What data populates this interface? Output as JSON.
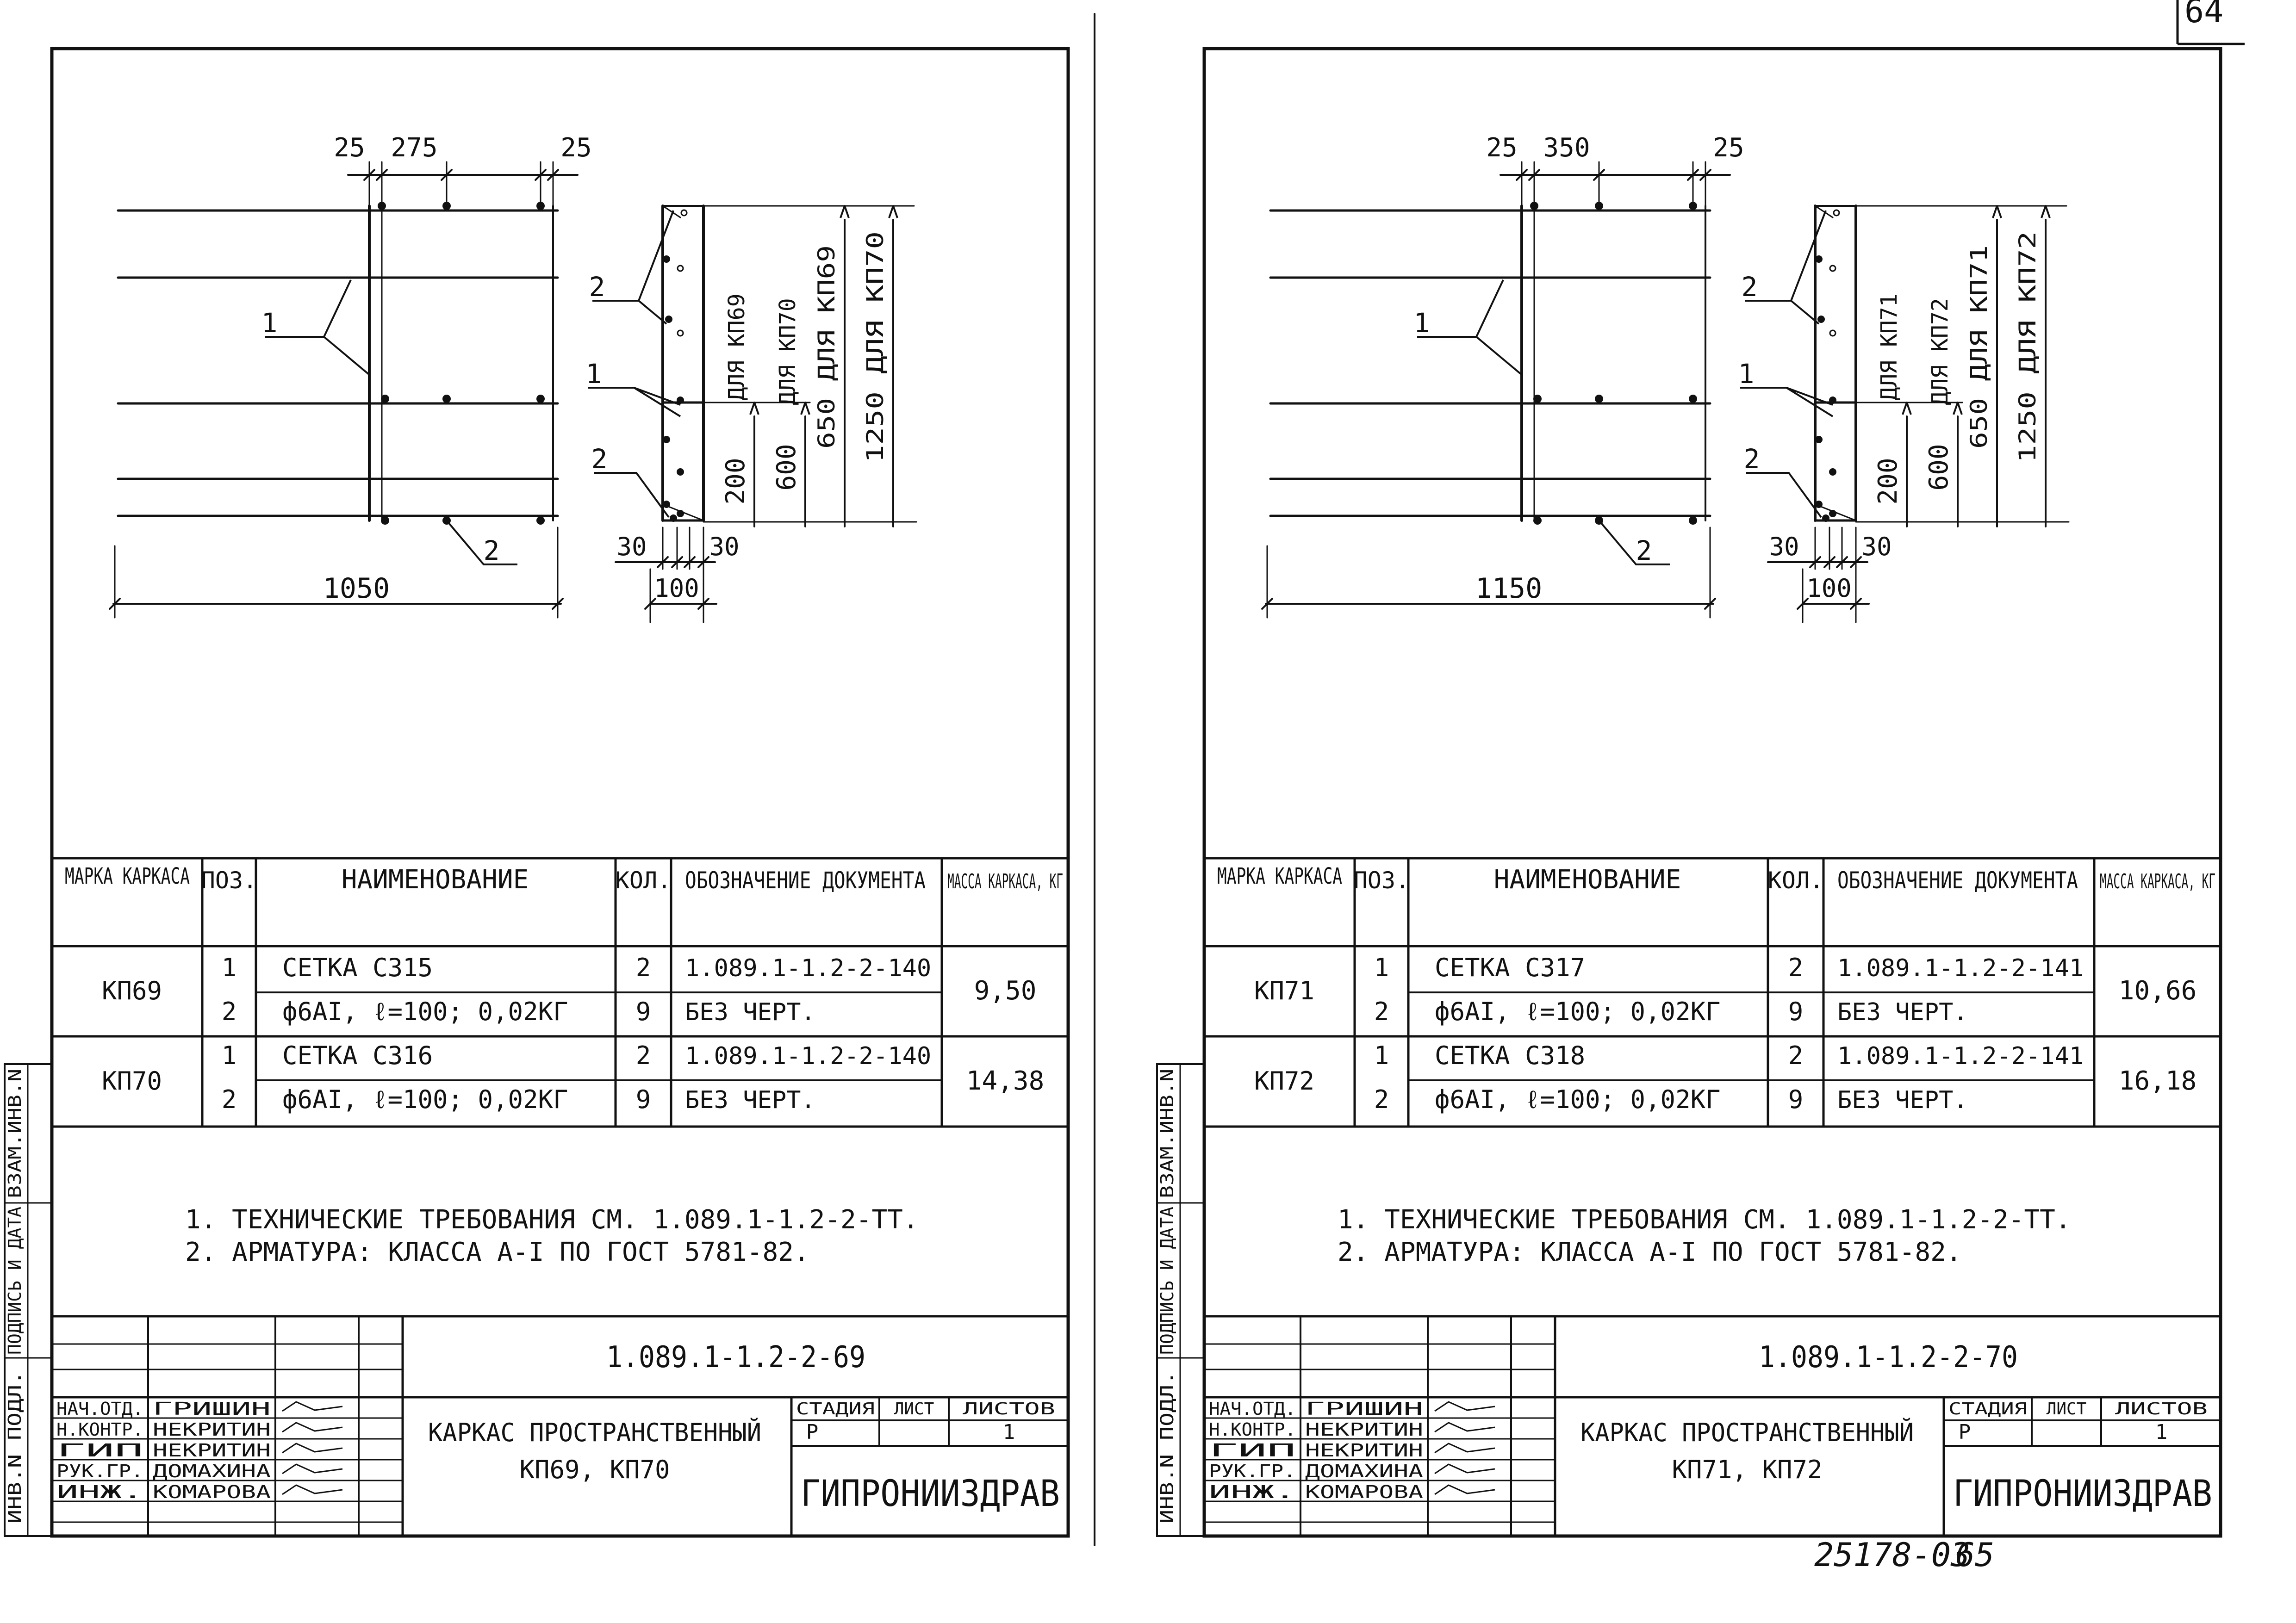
{
  "sheets": [
    {
      "id": "left",
      "dims": {
        "top_left": "25",
        "top_mid": "275",
        "top_right": "25",
        "overall": "1050",
        "sec_left": "30",
        "sec_right": "30",
        "sec_width": "100",
        "v200": "200",
        "v600": "600",
        "v650": "650 ДЛЯ КП69",
        "v1250": "1250 ДЛЯ КП70",
        "tag_a": "ДЛЯ КП69",
        "tag_b": "ДЛЯ КП70"
      },
      "pos_labels": {
        "p1_plan": "1",
        "p2_plan": "2",
        "p2_sec_top": "2",
        "p1_sec": "1",
        "p2_sec_bot": "2"
      },
      "spec_headers": {
        "marka": "МАРКА КАРКАСА",
        "pos": "ПОЗ.",
        "name": "НАИМЕНОВАНИЕ",
        "kol": "КОЛ.",
        "doc": "ОБОЗНАЧЕНИЕ ДОКУМЕНТА",
        "mass": "МАССА КАРКАСА, КГ"
      },
      "spec_rows": [
        {
          "marka": "КП69",
          "mass": "9,50",
          "items": [
            {
              "pos": "1",
              "name": "СЕТКА С315",
              "kol": "2",
              "doc": "1.089.1-1.2-2-140"
            },
            {
              "pos": "2",
              "name": "ф6AI, ℓ=100; 0,02КГ",
              "kol": "9",
              "doc": "БЕЗ ЧЕРТ."
            }
          ]
        },
        {
          "marka": "КП70",
          "mass": "14,38",
          "items": [
            {
              "pos": "1",
              "name": "СЕТКА С316",
              "kol": "2",
              "doc": "1.089.1-1.2-2-140"
            },
            {
              "pos": "2",
              "name": "ф6AI, ℓ=100; 0,02КГ",
              "kol": "9",
              "doc": "БЕЗ ЧЕРТ."
            }
          ]
        }
      ],
      "notes": [
        "1. ТЕХНИЧЕСКИЕ ТРЕБОВАНИЯ СМ. 1.089.1-1.2-2-ТТ.",
        "2. АРМАТУРА: КЛАССА A-I ПО ГОСТ 5781-82."
      ],
      "code": "1.089.1-1.2-2-69",
      "roles": [
        "НАЧ.ОТД.",
        "Н.КОНТР.",
        "ГИП",
        "РУК.ГР.",
        "ИНЖ."
      ],
      "people": [
        "ГРИШИН",
        "НЕКРИТИН",
        "НЕКРИТИН",
        "ДОМАХИНА",
        "КОМАРОВА"
      ],
      "title_line1": "КАРКАС ПРОСТРАНСТВЕННЫЙ",
      "title_line2": "КП69, КП70",
      "stage_head": "СТАДИЯ",
      "sheet_head": "ЛИСТ",
      "sheets_head": "ЛИСТОВ",
      "stage_val": "Р",
      "sheet_val": "",
      "sheets_val": "1",
      "org": "ГИПРОНИИЗДРАВ",
      "side_labels": [
        "ИНВ.N ПОДЛ.",
        "ПОДПИСЬ И ДАТА",
        "ВЗАМ.ИНВ.N"
      ]
    },
    {
      "id": "right",
      "dims": {
        "top_left": "25",
        "top_mid": "350",
        "top_right": "25",
        "overall": "1150",
        "sec_left": "30",
        "sec_right": "30",
        "sec_width": "100",
        "v200": "200",
        "v600": "600",
        "v650": "650 ДЛЯ КП71",
        "v1250": "1250 ДЛЯ КП72",
        "tag_a": "ДЛЯ КП71",
        "tag_b": "ДЛЯ КП72"
      },
      "pos_labels": {
        "p1_plan": "1",
        "p2_plan": "2",
        "p2_sec_top": "2",
        "p1_sec": "1",
        "p2_sec_bot": "2"
      },
      "spec_headers": {
        "marka": "МАРКА КАРКАСА",
        "pos": "ПОЗ.",
        "name": "НАИМЕНОВАНИЕ",
        "kol": "КОЛ.",
        "doc": "ОБОЗНАЧЕНИЕ ДОКУМЕНТА",
        "mass": "МАССА КАРКАСА, КГ"
      },
      "spec_rows": [
        {
          "marka": "КП71",
          "mass": "10,66",
          "items": [
            {
              "pos": "1",
              "name": "СЕТКА С317",
              "kol": "2",
              "doc": "1.089.1-1.2-2-141"
            },
            {
              "pos": "2",
              "name": "ф6AI, ℓ=100; 0,02КГ",
              "kol": "9",
              "doc": "БЕЗ ЧЕРТ."
            }
          ]
        },
        {
          "marka": "КП72",
          "mass": "16,18",
          "items": [
            {
              "pos": "1",
              "name": "СЕТКА С318",
              "kol": "2",
              "doc": "1.089.1-1.2-2-141"
            },
            {
              "pos": "2",
              "name": "ф6AI, ℓ=100; 0,02КГ",
              "kol": "9",
              "doc": "БЕЗ ЧЕРТ."
            }
          ]
        }
      ],
      "notes": [
        "1. ТЕХНИЧЕСКИЕ ТРЕБОВАНИЯ СМ. 1.089.1-1.2-2-ТТ.",
        "2. АРМАТУРА: КЛАССА A-I ПО ГОСТ 5781-82."
      ],
      "code": "1.089.1-1.2-2-70",
      "roles": [
        "НАЧ.ОТД.",
        "Н.КОНТР.",
        "ГИП",
        "РУК.ГР.",
        "ИНЖ."
      ],
      "people": [
        "ГРИШИН",
        "НЕКРИТИН",
        "НЕКРИТИН",
        "ДОМАХИНА",
        "КОМАРОВА"
      ],
      "title_line1": "КАРКАС ПРОСТРАНСТВЕННЫЙ",
      "title_line2": "КП71, КП72",
      "stage_head": "СТАДИЯ",
      "sheet_head": "ЛИСТ",
      "sheets_head": "ЛИСТОВ",
      "stage_val": "Р",
      "sheet_val": "",
      "sheets_val": "1",
      "org": "ГИПРОНИИЗДРАВ",
      "side_labels": [
        "ИНВ.N ПОДЛ.",
        "ПОДПИСЬ И ДАТА",
        "ВЗАМ.ИНВ.N"
      ]
    }
  ],
  "footer": {
    "archive_no": "25178-03",
    "page_no": "65",
    "corner_mark": "64"
  },
  "colors": {
    "ink": "#111111",
    "paper": "#ffffff"
  }
}
